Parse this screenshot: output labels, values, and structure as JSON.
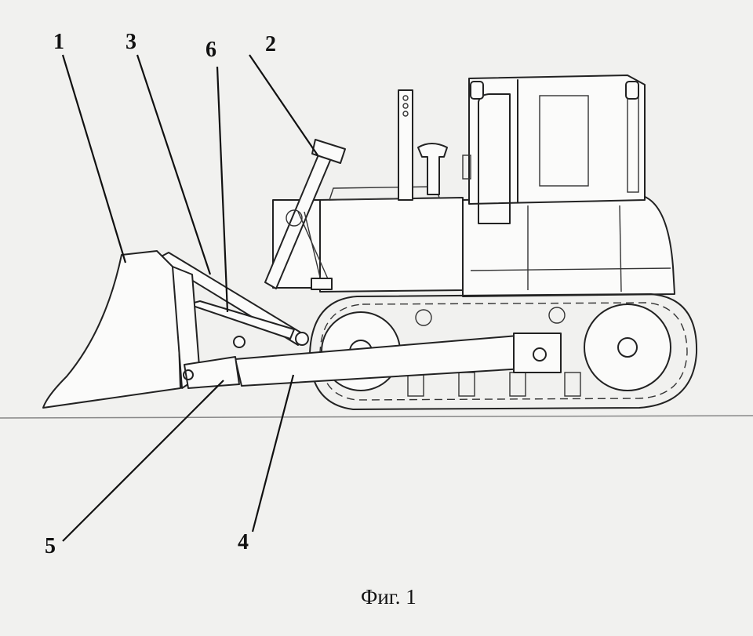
{
  "figure": {
    "caption": "Фиг. 1",
    "labels": [
      {
        "id": "1",
        "text": "1"
      },
      {
        "id": "2",
        "text": "2"
      },
      {
        "id": "3",
        "text": "3"
      },
      {
        "id": "4",
        "text": "4"
      },
      {
        "id": "5",
        "text": "5"
      },
      {
        "id": "6",
        "text": "6"
      }
    ]
  }
}
